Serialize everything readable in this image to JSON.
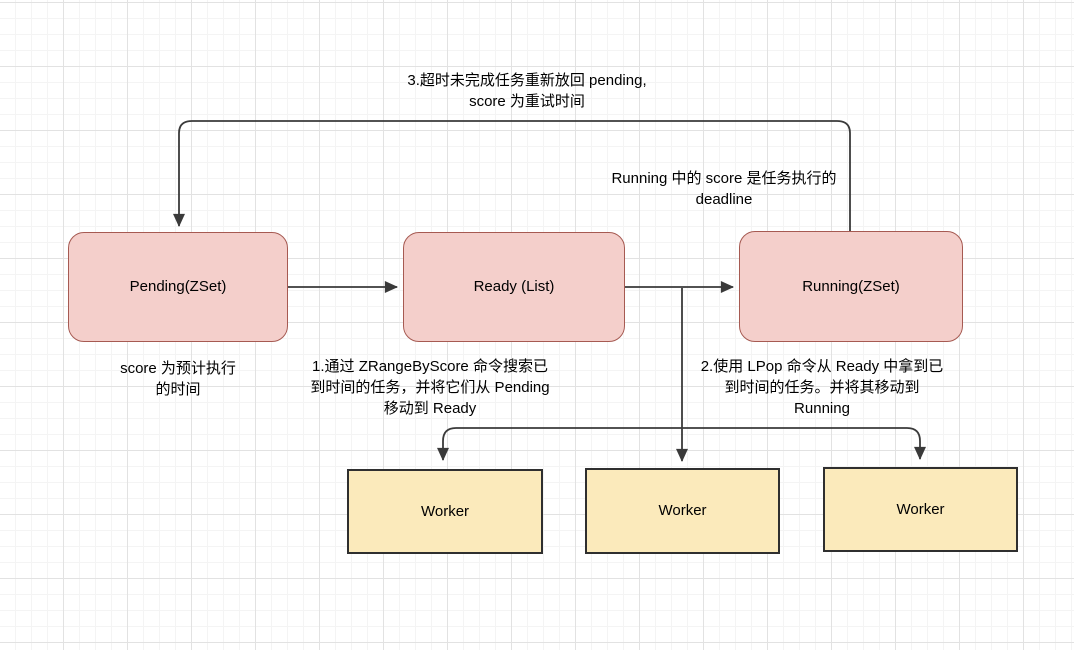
{
  "diagram": {
    "title": "delayed-task-queue-diagram",
    "nodes": {
      "pending": {
        "label": "Pending(ZSet)",
        "type": "zset"
      },
      "ready": {
        "label": "Ready (List)",
        "type": "list"
      },
      "running": {
        "label": "Running(ZSet)",
        "type": "zset"
      },
      "worker1": {
        "label": "Worker"
      },
      "worker2": {
        "label": "Worker"
      },
      "worker3": {
        "label": "Worker"
      }
    },
    "annotations": {
      "timeout_note": {
        "lines": [
          "3.超时未完成任务重新放回 pending,",
          "score 为重试时间"
        ]
      },
      "running_score_note": {
        "lines": [
          "Running 中的 score 是任务执行的",
          "deadline"
        ]
      },
      "pending_score_note": {
        "lines": [
          "score 为预计执行",
          "的时间"
        ]
      },
      "step1_note": {
        "lines": [
          "1.通过 ZRangeByScore 命令搜索已",
          "到时间的任务，并将它们从 Pending",
          "移动到 Ready"
        ]
      },
      "step2_note": {
        "lines": [
          "2.使用 LPop 命令从 Ready 中拿到已",
          "到时间的任务。并将其移动到",
          "Running"
        ]
      }
    },
    "colors": {
      "queue_fill": "#f4cfcb",
      "queue_border": "#a65a52",
      "worker_fill": "#fbeabb",
      "worker_border": "#2f2f2f",
      "connector": "#3a3a3a",
      "grid_minor": "#f4f4f4",
      "grid_major": "#e2e2e2"
    }
  }
}
